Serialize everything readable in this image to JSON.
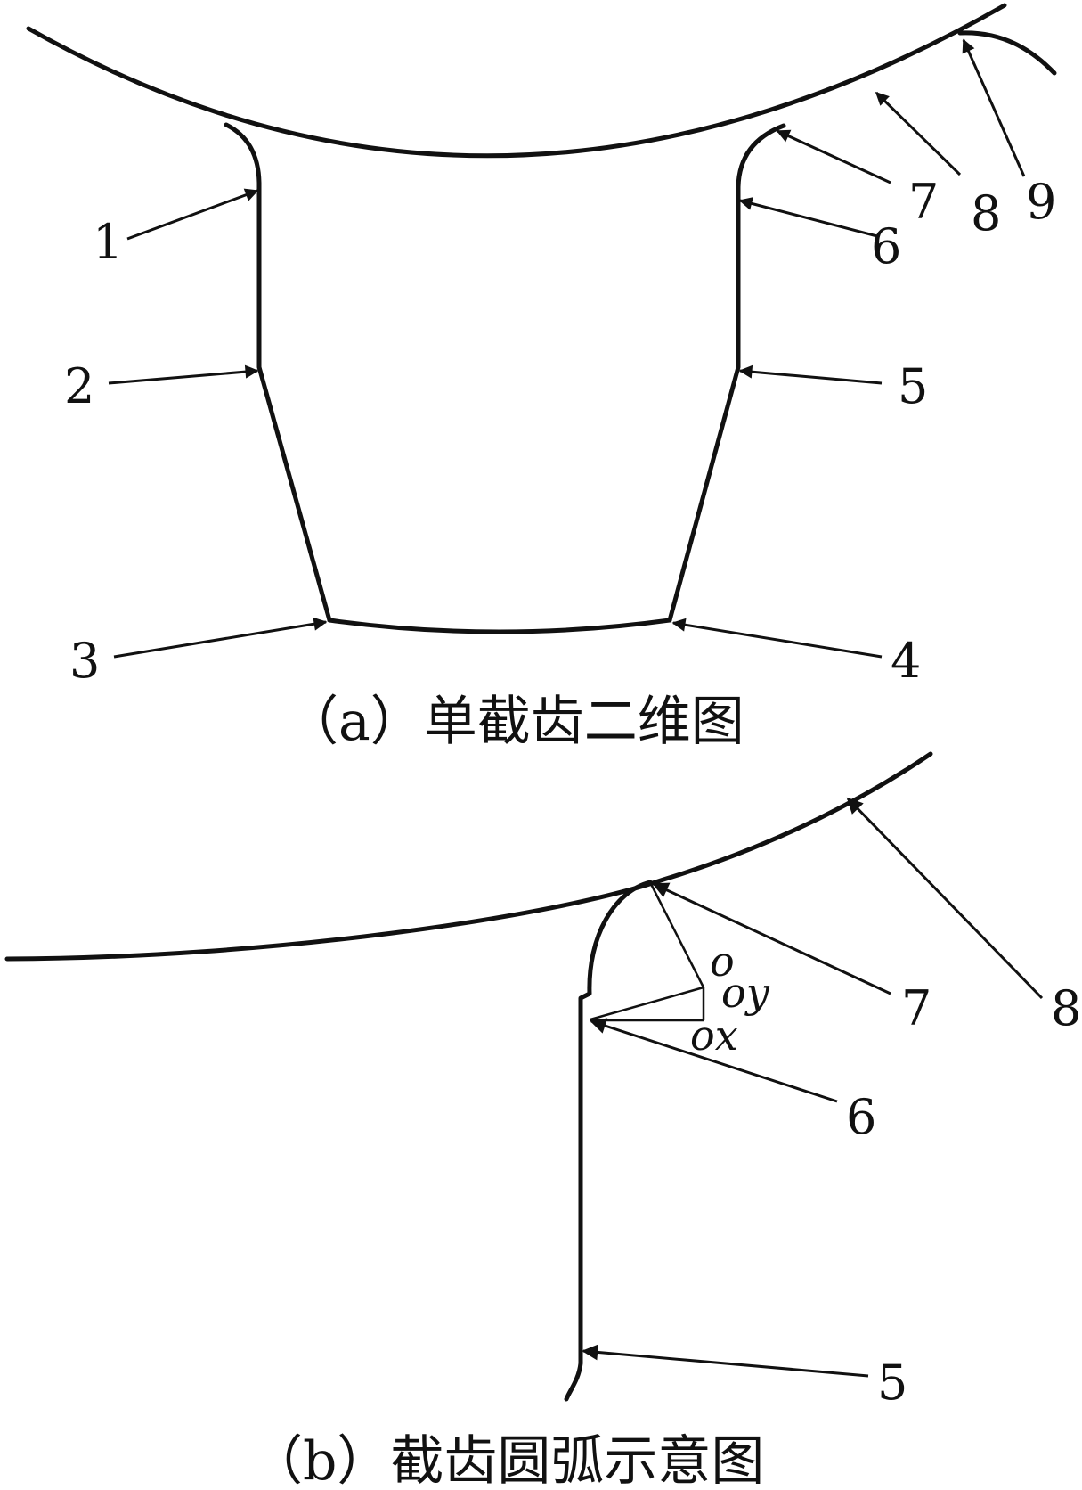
{
  "figure_a": {
    "caption": "（a）单截齿二维图",
    "labels": [
      "1",
      "2",
      "3",
      "4",
      "5",
      "6",
      "7",
      "8",
      "9"
    ]
  },
  "figure_b": {
    "caption": "（b）截齿圆弧示意图",
    "labels": [
      "5",
      "6",
      "7",
      "8"
    ],
    "symbols": {
      "o": "o",
      "oy": "oy",
      "ox": "ox"
    }
  },
  "colors": {
    "line": "#111111",
    "background": "#ffffff"
  }
}
